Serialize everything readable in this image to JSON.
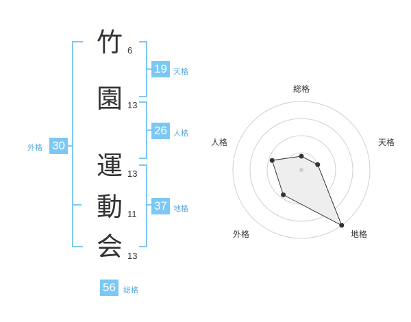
{
  "characters": [
    {
      "char": "竹",
      "strokes": "6"
    },
    {
      "char": "園",
      "strokes": "13"
    },
    {
      "char": "運",
      "strokes": "13"
    },
    {
      "char": "動",
      "strokes": "11"
    },
    {
      "char": "会",
      "strokes": "13"
    }
  ],
  "fortunes": {
    "tenkaku": {
      "value": "19",
      "label": "天格"
    },
    "jinkaku": {
      "value": "26",
      "label": "人格"
    },
    "chikaku": {
      "value": "37",
      "label": "地格"
    },
    "gaikaku": {
      "value": "30",
      "label": "外格"
    },
    "soukaku": {
      "value": "56",
      "label": "総格"
    }
  },
  "radar": {
    "axes": [
      "総格",
      "天格",
      "地格",
      "外格",
      "人格"
    ],
    "levels": 4,
    "values": [
      0.2,
      0.25,
      1.0,
      0.45,
      0.45
    ],
    "colors": {
      "grid": "#d0d0d0",
      "fill": "#eeeeee",
      "line": "#333333",
      "point": "#333333"
    }
  }
}
